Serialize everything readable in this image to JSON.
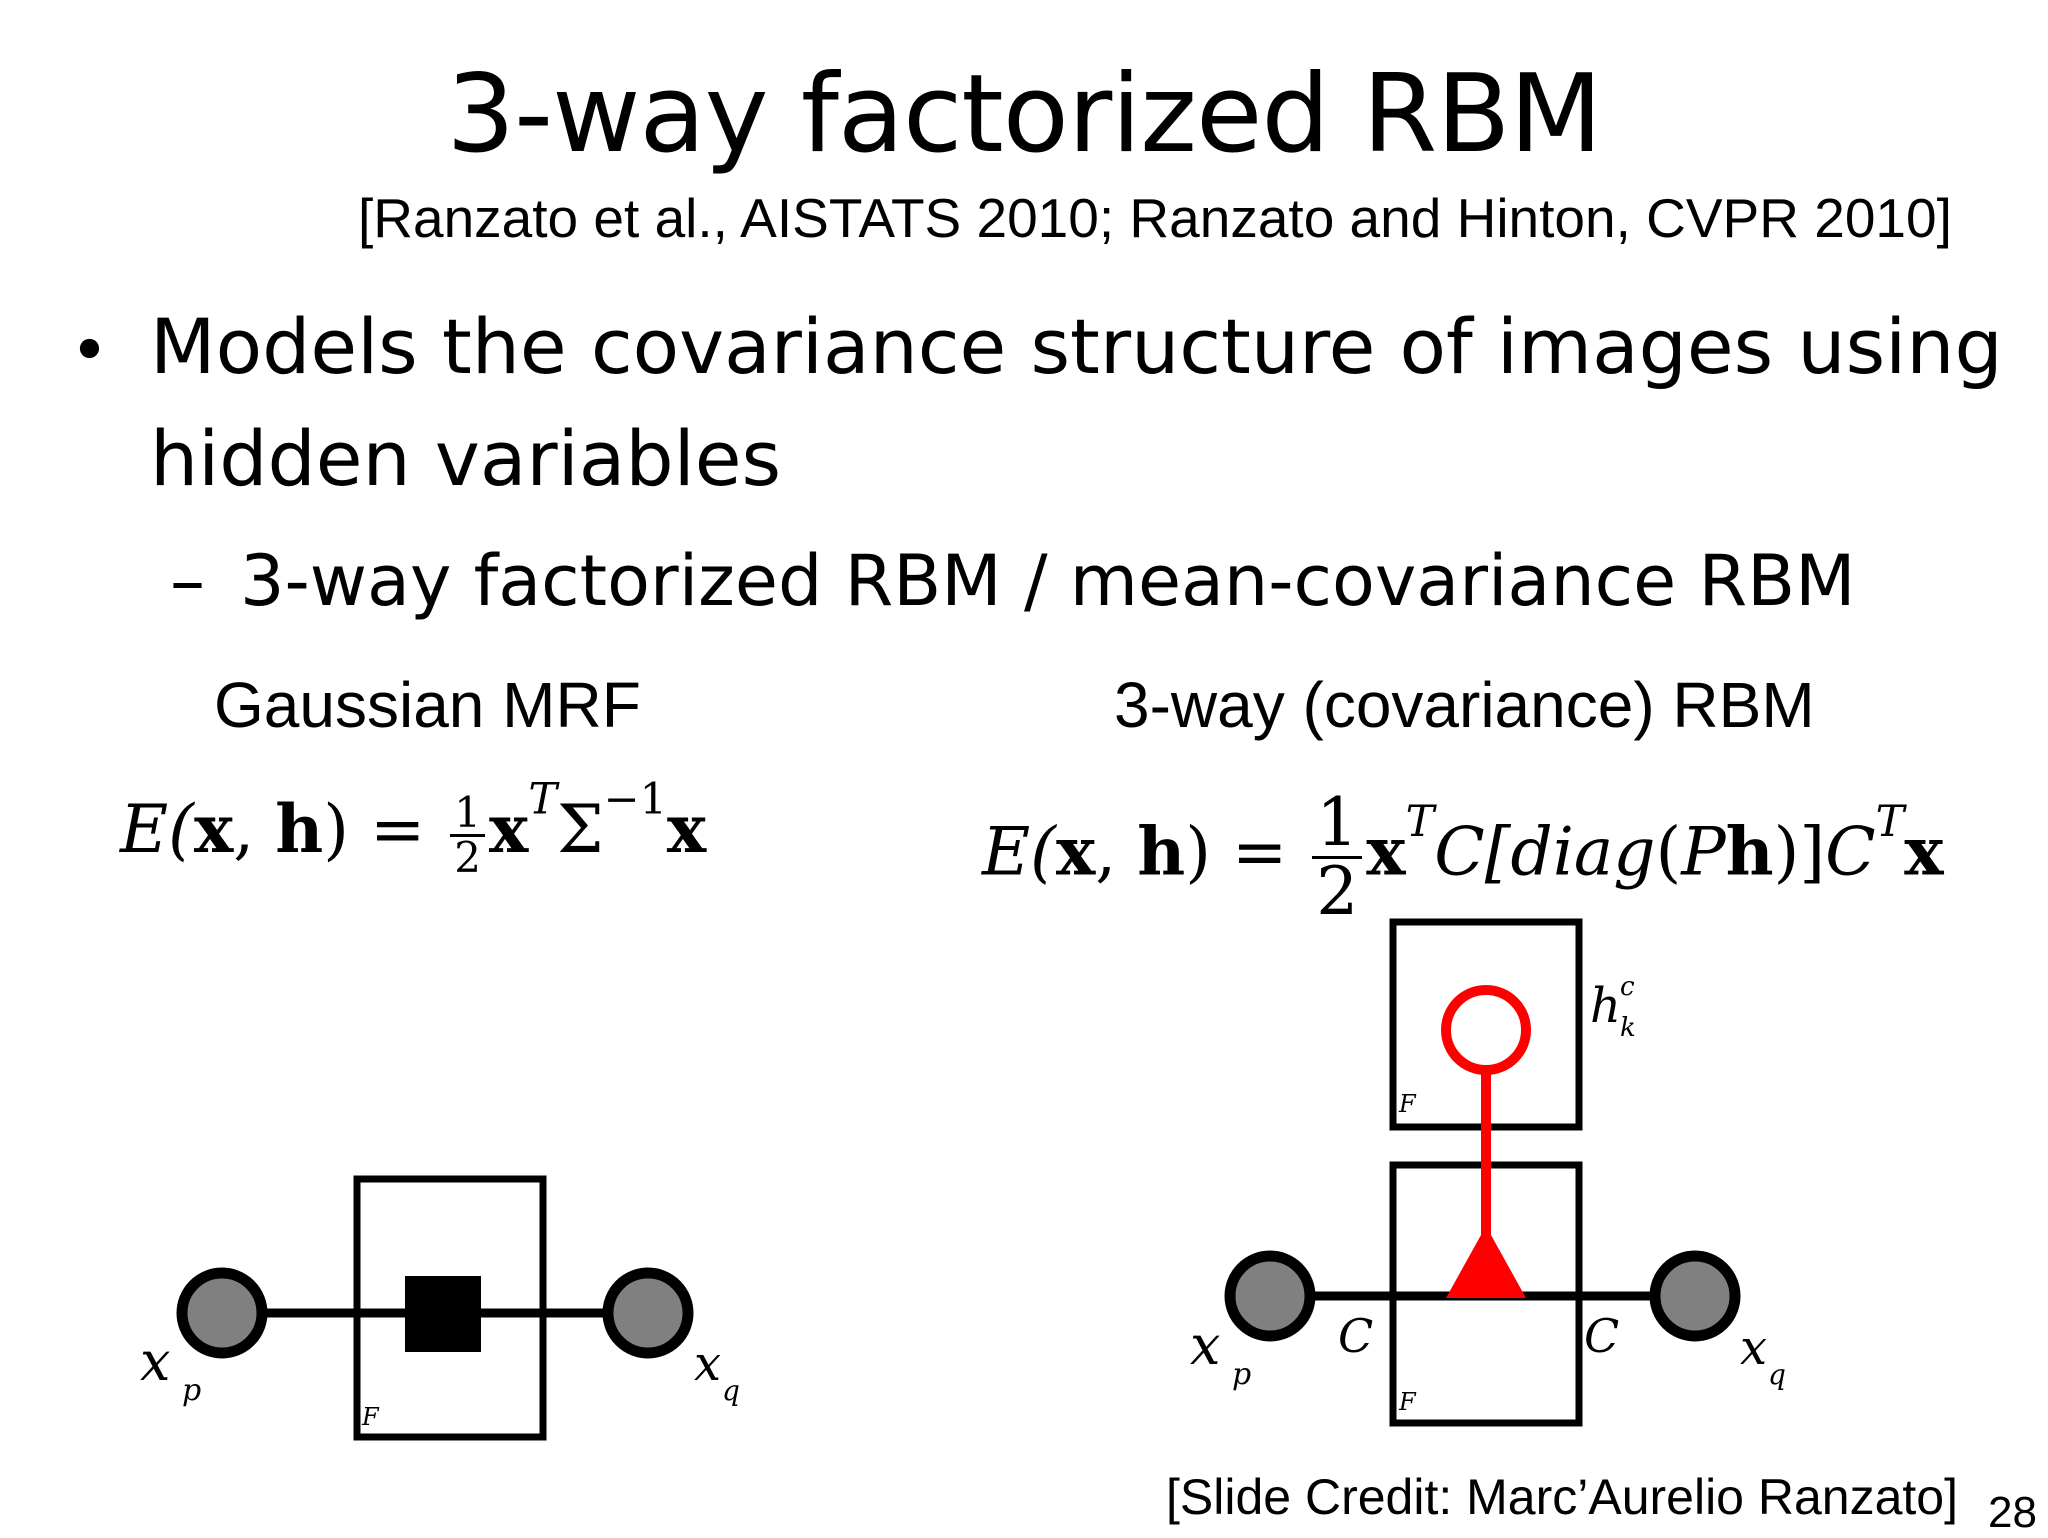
{
  "slide": {
    "title": "3-way factorized RBM",
    "citation": "[Ranzato et al., AISTATS 2010; Ranzato and Hinton, CVPR 2010]",
    "bullet": {
      "marker": "•",
      "line1": "Models the covariance structure of images using",
      "line2": "hidden variables"
    },
    "sub_bullet": {
      "marker": "–",
      "text": "3-way factorized RBM / mean-covariance RBM"
    },
    "left_panel": {
      "heading": "Gaussian MRF",
      "equation": {
        "lhs": "E(",
        "x": "x",
        "comma": ", ",
        "h": "h",
        "close": ") = ",
        "frac_num": "1",
        "frac_den": "2",
        "T": "T",
        "sigma": "Σ",
        "inv": "−1"
      },
      "diagram": {
        "node_left_label": "x",
        "node_left_sub": "p",
        "node_right_label": "x",
        "node_right_sub": "q",
        "factor_label": "F"
      }
    },
    "right_panel": {
      "heading": "3-way (covariance) RBM",
      "equation": {
        "lhs": "E(",
        "x": "x",
        "comma": ", ",
        "h": "h",
        "close": ") = ",
        "frac_num": "1",
        "frac_den": "2",
        "T": "T",
        "middle_a": "C[",
        "diag": "diag",
        "paren_open": "(",
        "P": "P",
        "middle_b": ")]",
        "C2": "C",
        "T2": "T"
      },
      "diagram": {
        "hidden_label": "h",
        "hidden_sup": "c",
        "hidden_sub": "k",
        "upper_factor_label": "F",
        "lower_factor_label": "F",
        "left_weight": "C",
        "right_weight": "C",
        "node_left_label": "x",
        "node_left_sub": "p",
        "node_right_label": "x",
        "node_right_sub": "q"
      }
    },
    "credit": "[Slide Credit: Marc’Aurelio Ranzato]",
    "page_number": "28",
    "colors": {
      "node_fill": "#808080",
      "hidden_unit": "#ff0000",
      "line": "#000000"
    }
  }
}
